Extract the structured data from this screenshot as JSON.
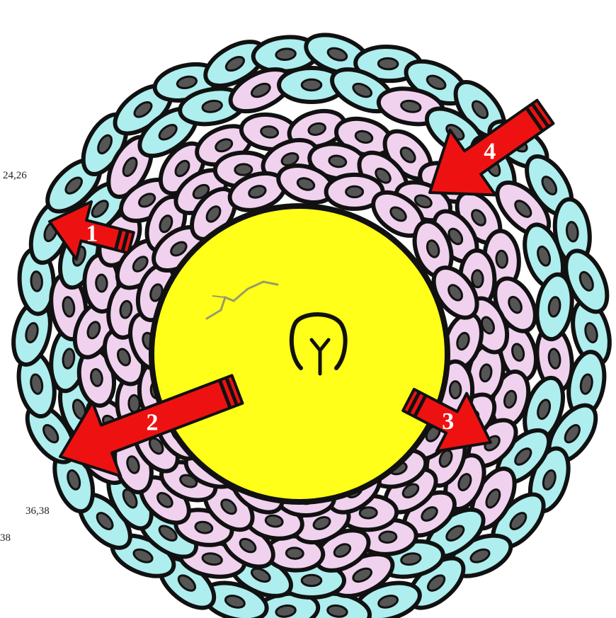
{
  "figure": {
    "side_labels": [
      "24,26",
      "36,38",
      "38"
    ],
    "arrows": [
      {
        "number": "1",
        "color": "#ee1111"
      },
      {
        "number": "2",
        "color": "#ee1111"
      },
      {
        "number": "3",
        "color": "#ee1111"
      },
      {
        "number": "4",
        "color": "#ee1111"
      }
    ],
    "colors": {
      "background": "#ffffff",
      "oocyte": "#ffff1a",
      "granulosa_cell": "#f0d2ee",
      "theca_cell": "#aeeeee",
      "outline": "#111111",
      "arrow": "#ee1111"
    }
  }
}
